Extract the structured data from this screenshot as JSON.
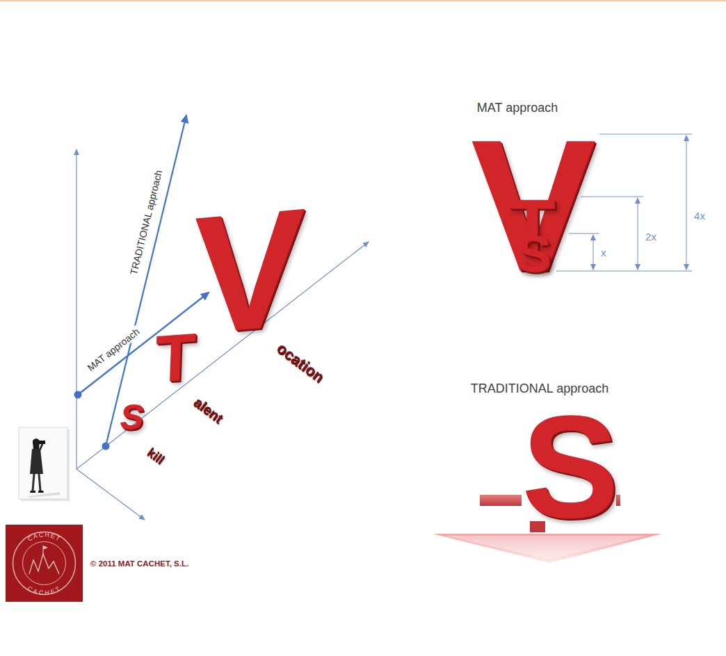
{
  "diagram": {
    "labels": [
      "MAT approach",
      "V",
      "T",
      "S",
      "x",
      "2x",
      "4x",
      "TRADITIONAL approach",
      "S",
      "TRADITIONAL approach",
      "MAT approach",
      "V",
      "ocation",
      "T",
      "alent",
      "S",
      "kill",
      "CACHET",
      "CACHET",
      "© 2011 MAT CACHET, S.L."
    ]
  }
}
